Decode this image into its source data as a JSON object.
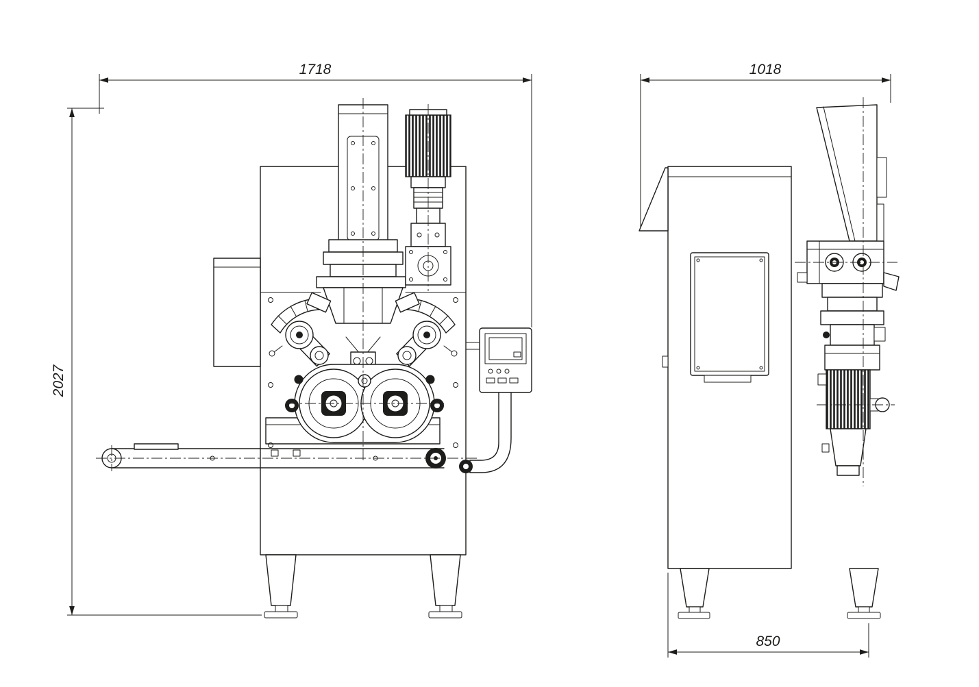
{
  "dimensions": {
    "front_width": "1718",
    "front_height": "2027",
    "side_depth": "1018",
    "side_base": "850"
  },
  "colors": {
    "line": "#1d1d1b",
    "background": "#ffffff"
  }
}
